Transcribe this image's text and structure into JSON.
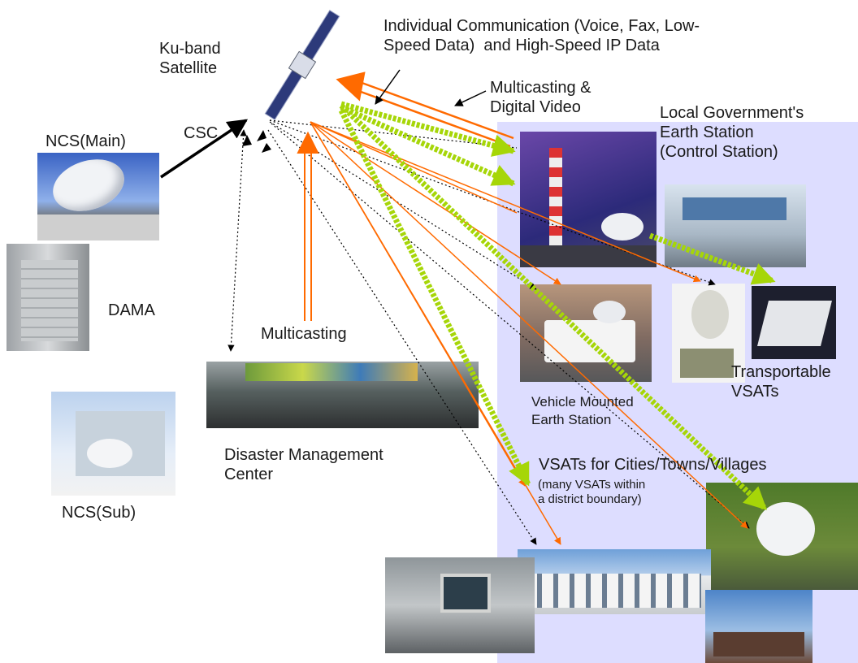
{
  "labels": {
    "satellite": "Ku-band\nSatellite",
    "individual_comm": "Individual Communication (Voice, Fax, Low-\nSpeed Data)  and High-Speed IP Data",
    "multicasting_video": "Multicasting &\nDigital Video",
    "local_gov": "Local Government's\nEarth Station\n(Control Station)",
    "ncs_main": "NCS(Main)",
    "csc": "CSC",
    "dama": "DAMA",
    "multicasting": "Multicasting",
    "ncs_sub": "NCS(Sub)",
    "disaster_center": "Disaster Management\nCenter",
    "vehicle_station": "Vehicle Mounted\nEarth Station",
    "transportable": "Transportable\nVSATs",
    "vsats_cities": "VSATs for Cities/Towns/Villages",
    "vsats_note": "(many VSATs within\na district boundary)"
  },
  "colors": {
    "region_bg": "#ddddff",
    "orange_link": "#ff6a00",
    "green_link": "#a6d608",
    "black_link": "#000000"
  }
}
